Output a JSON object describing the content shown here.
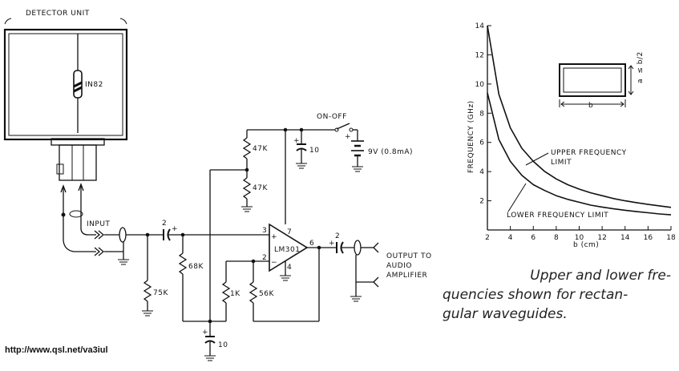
{
  "schematic": {
    "detector_unit": "DETECTOR UNIT",
    "diode": "IN82",
    "input": "INPUT",
    "on_off": "ON-OFF",
    "battery": "9V (0.8mA)",
    "opamp": "LM301",
    "output_lines": [
      "OUTPUT TO",
      "AUDIO",
      "AMPLIFIER"
    ],
    "components": {
      "c_in": "2",
      "c_out": "2",
      "c_bottom": "10",
      "c_supply": "10",
      "r_47k_top": "47K",
      "r_47k_bottom": "47K",
      "r_68k": "68K",
      "r_75k": "75K",
      "r_1k": "1K",
      "r_56k": "56K"
    },
    "pins": {
      "p3": "3",
      "p2": "2",
      "p7": "7",
      "p4": "4",
      "p6": "6",
      "plus": "+",
      "minus": "−"
    },
    "cap_plus": "+"
  },
  "inset_diagram": {
    "a_label": "a",
    "ratio_label": "≤ b/2",
    "b_label": "b"
  },
  "chart_data": {
    "type": "line",
    "xlabel": "b (cm)",
    "ylabel": "FREQUENCY (GHz)",
    "xlim": [
      2,
      18
    ],
    "ylim": [
      0,
      14
    ],
    "xticks": [
      "2",
      "4",
      "6",
      "8",
      "10",
      "12",
      "14",
      "16",
      "18"
    ],
    "yticks": [
      "2",
      "4",
      "6",
      "8",
      "10",
      "12",
      "14"
    ],
    "grid": false,
    "x": [
      2,
      3,
      4,
      5,
      6,
      7,
      8,
      9,
      10,
      11,
      12,
      13,
      14,
      15,
      16,
      17,
      18
    ],
    "series": [
      {
        "name": "UPPER FREQUENCY LIMIT",
        "values": [
          14.0,
          9.3,
          7.0,
          5.6,
          4.7,
          4.0,
          3.5,
          3.1,
          2.8,
          2.55,
          2.35,
          2.15,
          2.0,
          1.87,
          1.75,
          1.65,
          1.55
        ]
      },
      {
        "name": "LOWER FREQUENCY LIMIT",
        "values": [
          9.4,
          6.2,
          4.7,
          3.75,
          3.1,
          2.7,
          2.35,
          2.1,
          1.9,
          1.7,
          1.57,
          1.45,
          1.35,
          1.26,
          1.18,
          1.1,
          1.04
        ]
      }
    ],
    "annotations": [
      "UPPER FREQUENCY LIMIT",
      "LOWER FREQUENCY LIMIT"
    ]
  },
  "caption_lines": [
    "Upper and lower fre-",
    "quencies shown for rectan-",
    "gular waveguides."
  ],
  "url": "http://www.qsl.net/va3iul"
}
